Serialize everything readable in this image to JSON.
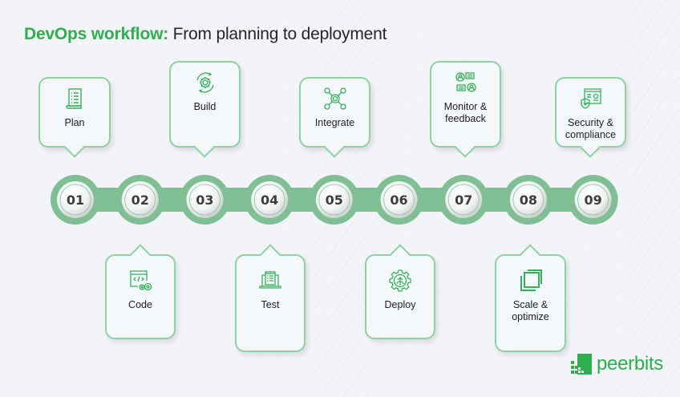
{
  "title": {
    "highlight": "DevOps workflow:",
    "rest": " From planning to deployment"
  },
  "accent_color": "#2fae4e",
  "chain_color": "#7fbf93",
  "steps": [
    {
      "number": "01",
      "label": "Plan",
      "icon": "document-list-icon",
      "position": "top"
    },
    {
      "number": "02",
      "label": "Code",
      "icon": "code-window-gears-icon",
      "position": "bottom"
    },
    {
      "number": "03",
      "label": "Build",
      "icon": "gear-cycle-icon",
      "position": "top"
    },
    {
      "number": "04",
      "label": "Test",
      "icon": "laptop-checklist-icon",
      "position": "bottom"
    },
    {
      "number": "05",
      "label": "Integrate",
      "icon": "network-hub-icon",
      "position": "top"
    },
    {
      "number": "06",
      "label": "Deploy",
      "icon": "gear-upload-icon",
      "position": "bottom"
    },
    {
      "number": "07",
      "label": "Monitor & feedback",
      "icon": "users-chat-icon",
      "position": "top"
    },
    {
      "number": "08",
      "label": "Scale & optimize",
      "icon": "scale-squares-icon",
      "position": "bottom"
    },
    {
      "number": "09",
      "label": "Security & compliance",
      "icon": "shield-window-icon",
      "position": "top"
    }
  ],
  "logo": {
    "text": "peerbits",
    "icon": "peerbits-logo-icon"
  }
}
